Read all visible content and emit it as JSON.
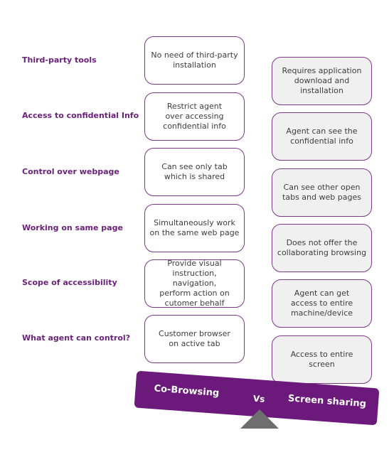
{
  "rows": [
    {
      "label": "Third-party tools",
      "co_browsing": "No need of third-party\ninstallation",
      "screen_sharing": "Requires application\ndownload and\ninstallation"
    },
    {
      "label": "Access to confidential Info",
      "co_browsing": "Restrict agent\nover accessing\nconfidential info",
      "screen_sharing": "Agent can see the\nconfidential info"
    },
    {
      "label": "Control over webpage",
      "co_browsing": "Can see only tab\nwhich is shared",
      "screen_sharing": "Can see other open\ntabs and web pages"
    },
    {
      "label": "Working on same page",
      "co_browsing": "Simultaneously work\non the same web page",
      "screen_sharing": "Does not offer the\ncollaborating browsing"
    },
    {
      "label": "Scope of accessibility",
      "co_browsing": "Provide visual\ninstruction, navigation,\nperform action on\ncutomer behalf",
      "screen_sharing": "Agent can get\naccess to entire\nmachine/device"
    },
    {
      "label": "What agent can control?",
      "co_browsing": "Customer browser\non active tab",
      "screen_sharing": "Access to entire screen"
    }
  ],
  "seesaw": {
    "left_label": "Co-Browsing",
    "vs_label": "Vs",
    "right_label": "Screen sharing"
  },
  "colors": {
    "accent_purple": "#6b1a7b",
    "fulcrum_gray": "#6e6e6e"
  }
}
